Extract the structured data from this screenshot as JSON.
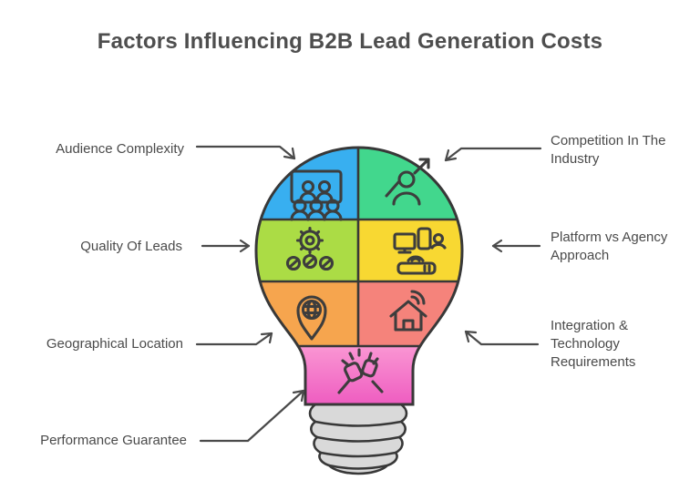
{
  "title": "Factors Influencing B2B Lead Generation Costs",
  "title_color": "#4e4e4e",
  "background": "#ffffff",
  "text_color": "#4a4a4a",
  "factors": {
    "left": [
      {
        "label": "Audience Complexity"
      },
      {
        "label": "Quality Of Leads"
      },
      {
        "label": "Geographical Location"
      },
      {
        "label": "Performance Guarantee"
      }
    ],
    "right": [
      {
        "label": "Competition In The Industry"
      },
      {
        "label": "Platform vs Agency Approach"
      },
      {
        "label": "Integration & Technology Requirements"
      }
    ]
  },
  "sections": [
    {
      "position": "top-left",
      "factor": "Audience Complexity",
      "icon": "audience-presentation-icon",
      "color": "#38aff0"
    },
    {
      "position": "top-right",
      "factor": "Competition In The Industry",
      "icon": "person-growth-arrow-icon",
      "color": "#42d78d"
    },
    {
      "position": "middle-left",
      "factor": "Quality Of Leads",
      "icon": "gear-people-icon",
      "color": "#abdc45"
    },
    {
      "position": "middle-right",
      "factor": "Platform vs Agency Approach",
      "icon": "devices-network-icon",
      "color": "#f8d832"
    },
    {
      "position": "lower-left",
      "factor": "Geographical Location",
      "icon": "globe-location-pin-icon",
      "color": "#f6a54e"
    },
    {
      "position": "lower-right",
      "factor": "Integration & Technology Requirements",
      "icon": "smart-home-wifi-icon",
      "color": "#f5837b"
    },
    {
      "position": "neck",
      "factor": "Performance Guarantee",
      "icon": "fist-bump-icon",
      "color_top": "#fa96d3",
      "color_bottom": "#ee5bc0"
    }
  ],
  "bulb": {
    "outline": "#383838",
    "icon_stroke": "#3d3d3d",
    "base_color": "#d9d9d9"
  },
  "arrows": {
    "color": "#4a4a4a"
  }
}
